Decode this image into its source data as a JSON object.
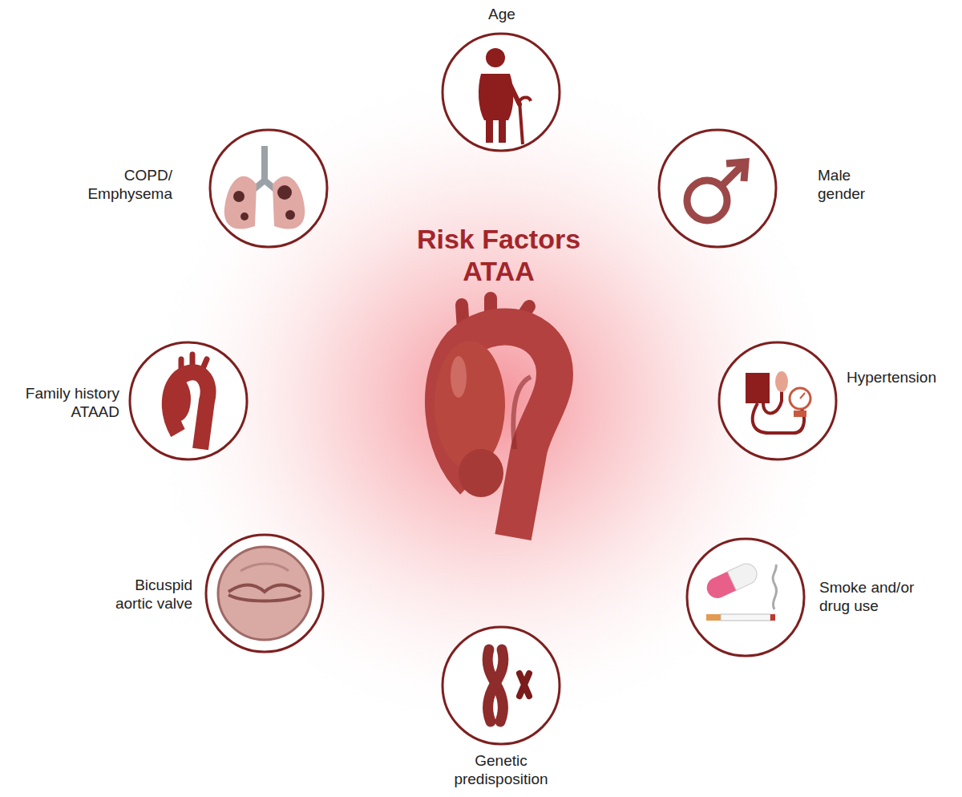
{
  "diagram": {
    "title": "Risk Factors ATAA",
    "nodes": [
      {
        "text": [
          "Age"
        ]
      },
      {
        "text": [
          "Male gender"
        ]
      },
      {
        "text": [
          "Hypertension"
        ]
      },
      {
        "text": [
          "Smoke and/or drug use"
        ]
      },
      {
        "text": [
          "Genetic predisposition"
        ]
      },
      {
        "text": [
          "Bicuspid aortic valve"
        ]
      },
      {
        "text": [
          "Family history ATAAD"
        ]
      },
      {
        "text": [
          "COPD/ Emphysema"
        ]
      }
    ]
  }
}
